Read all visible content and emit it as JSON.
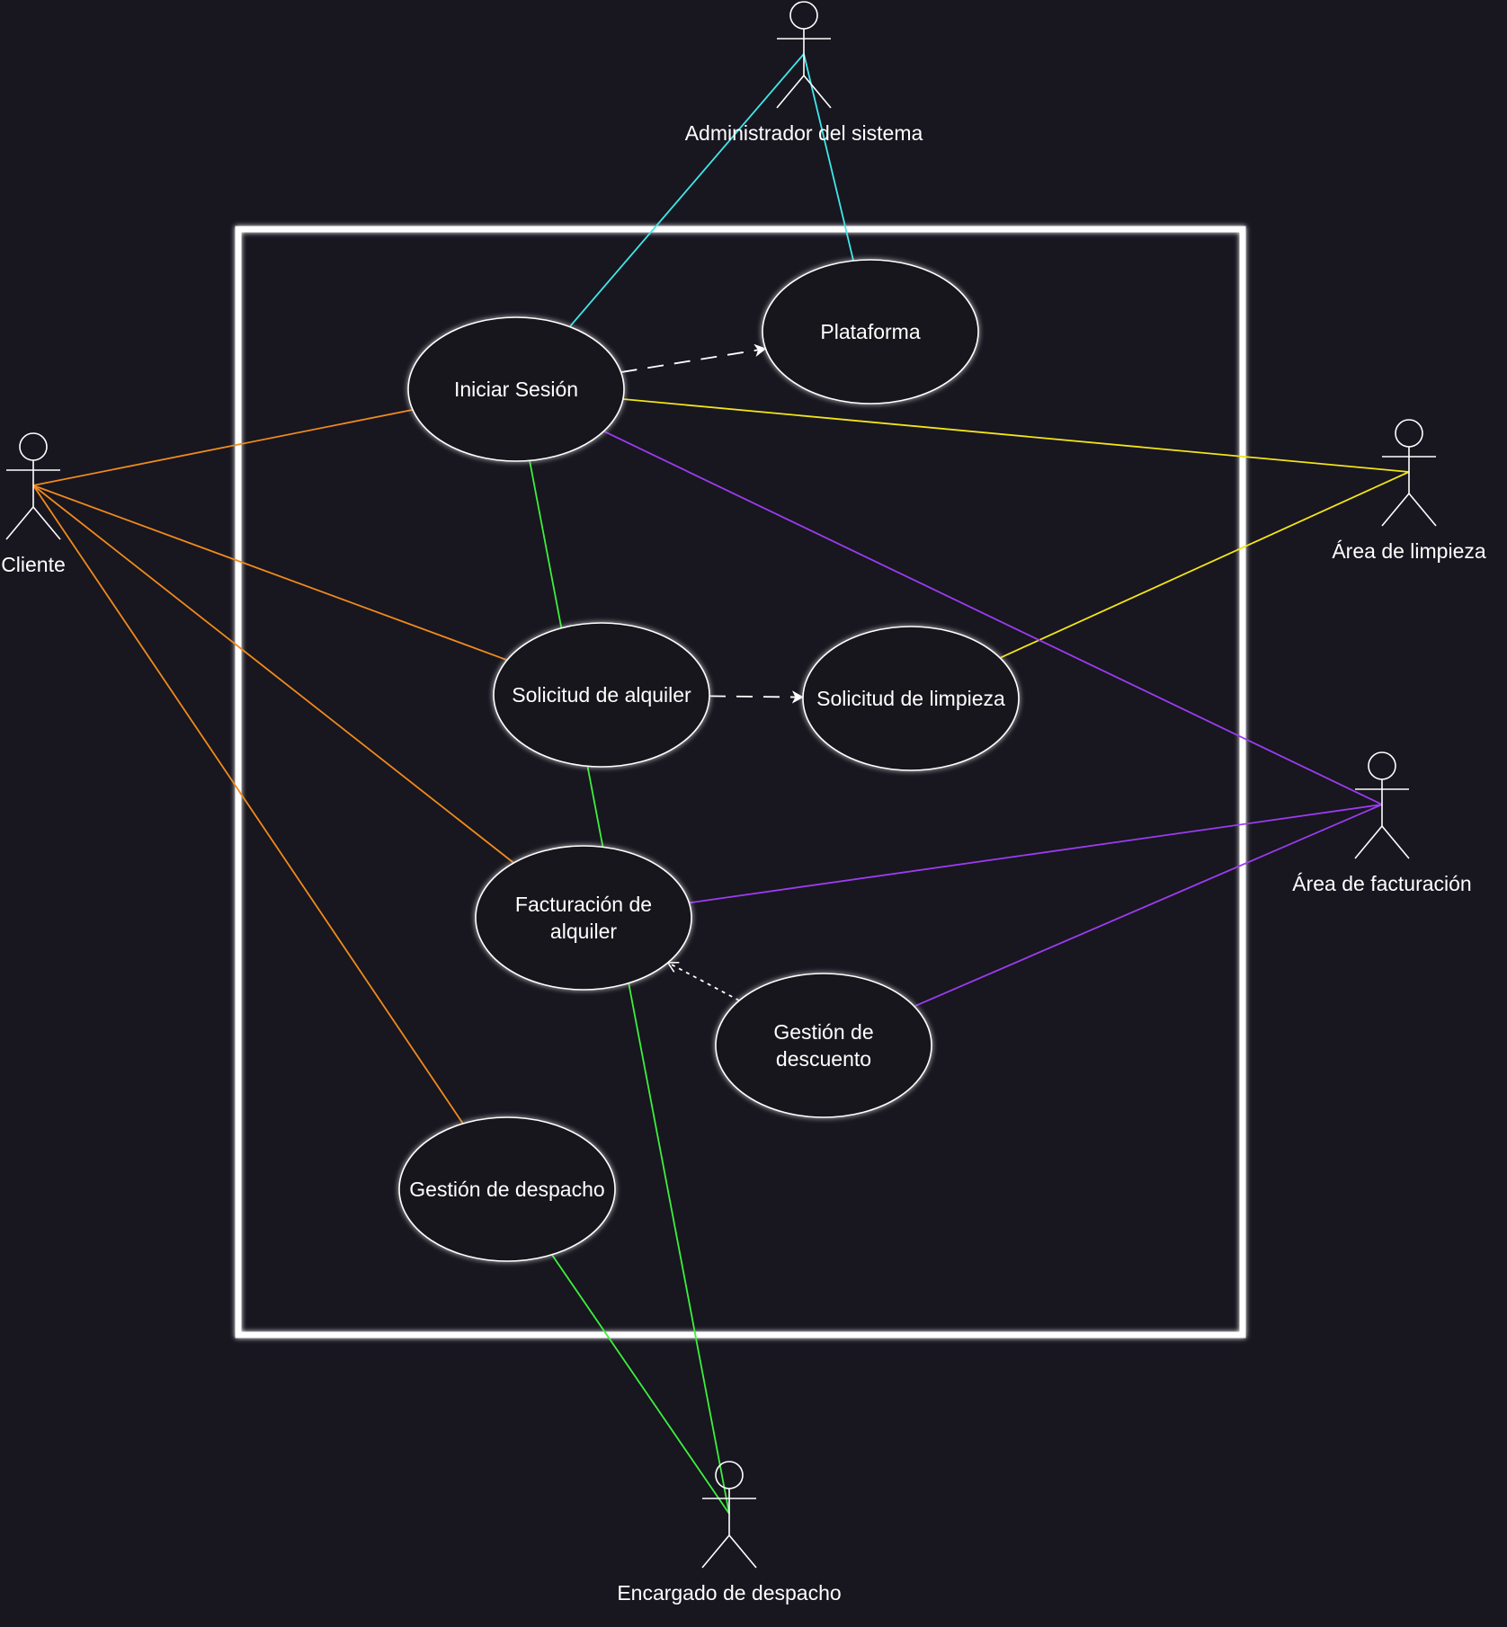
{
  "diagram": {
    "type": "use-case",
    "actors": [
      {
        "id": "admin",
        "label": "Administrador del sistema",
        "icon": "stick-figure-icon"
      },
      {
        "id": "cliente",
        "label": "Cliente",
        "icon": "stick-figure-icon"
      },
      {
        "id": "limpieza",
        "label": "Área de limpieza",
        "icon": "stick-figure-icon"
      },
      {
        "id": "facturacion",
        "label": "Área de facturación",
        "icon": "stick-figure-icon"
      },
      {
        "id": "despacho",
        "label": "Encargado de despacho",
        "icon": "stick-figure-icon"
      }
    ],
    "use_cases": [
      {
        "id": "plataforma",
        "lines": [
          "Plataforma"
        ]
      },
      {
        "id": "iniciar",
        "lines": [
          "Iniciar Sesión"
        ]
      },
      {
        "id": "solicitud_alquiler",
        "lines": [
          "Solicitud de alquiler"
        ]
      },
      {
        "id": "solicitud_limpieza",
        "lines": [
          "Solicitud de limpieza"
        ]
      },
      {
        "id": "facturacion_alquiler",
        "lines": [
          "Facturación de",
          "alquiler"
        ]
      },
      {
        "id": "descuento",
        "lines": [
          "Gestión de",
          "descuento"
        ]
      },
      {
        "id": "despacho_uc",
        "lines": [
          "Gestión de despacho"
        ]
      }
    ],
    "associations": [
      {
        "from": "admin",
        "to": "iniciar",
        "color": "#3ee8e8"
      },
      {
        "from": "admin",
        "to": "plataforma",
        "color": "#3ee8e8"
      },
      {
        "from": "cliente",
        "to": "iniciar",
        "color": "#f08a1c"
      },
      {
        "from": "cliente",
        "to": "solicitud_alquiler",
        "color": "#f08a1c"
      },
      {
        "from": "cliente",
        "to": "facturacion_alquiler",
        "color": "#f08a1c"
      },
      {
        "from": "cliente",
        "to": "despacho_uc",
        "color": "#f08a1c"
      },
      {
        "from": "limpieza",
        "to": "iniciar",
        "color": "#f2e419"
      },
      {
        "from": "limpieza",
        "to": "solicitud_limpieza",
        "color": "#f2e419"
      },
      {
        "from": "facturacion",
        "to": "iniciar",
        "color": "#9b3cf0"
      },
      {
        "from": "facturacion",
        "to": "facturacion_alquiler",
        "color": "#9b3cf0"
      },
      {
        "from": "facturacion",
        "to": "descuento",
        "color": "#9b3cf0"
      },
      {
        "from": "despacho",
        "to": "iniciar",
        "color": "#3cf03c"
      },
      {
        "from": "despacho",
        "to": "despacho_uc",
        "color": "#3cf03c"
      }
    ],
    "dependencies": [
      {
        "from": "iniciar",
        "to": "plataforma",
        "style": "dashed",
        "color": "#ffffff"
      },
      {
        "from": "solicitud_alquiler",
        "to": "solicitud_limpieza",
        "style": "dashed",
        "color": "#ffffff"
      },
      {
        "from": "descuento",
        "to": "facturacion_alquiler",
        "style": "dotted",
        "color": "#ffffff"
      }
    ],
    "colors": {
      "background": "#18161f",
      "shape_stroke": "#ffffff",
      "shape_fill": "#18161f"
    }
  }
}
